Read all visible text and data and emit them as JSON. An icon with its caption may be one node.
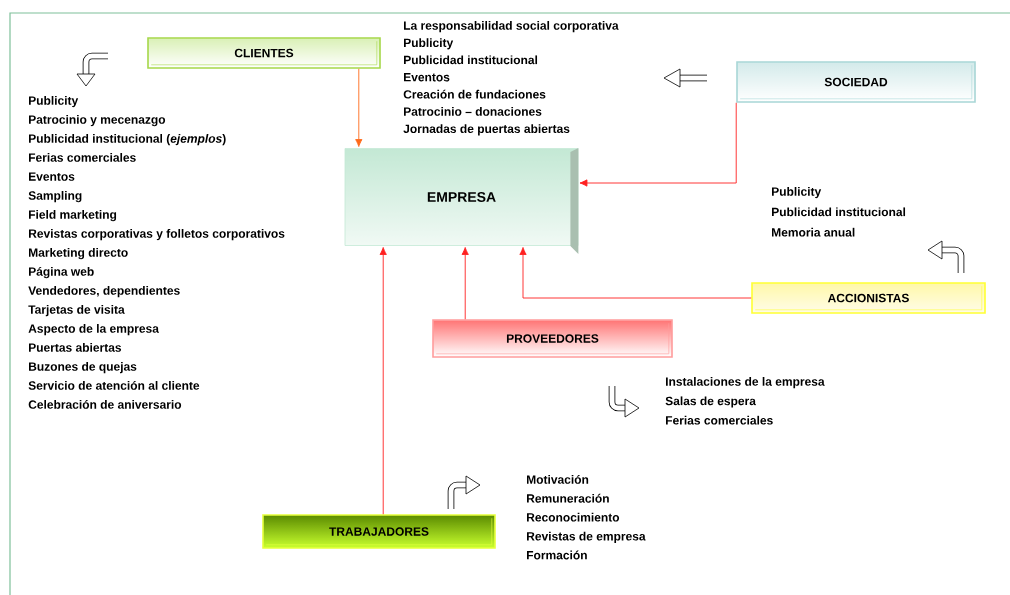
{
  "diagram": {
    "nodes": [
      {
        "text": [
          "EMPRESA"
        ]
      },
      {
        "text": [
          "CLIENTES"
        ]
      },
      {
        "text": [
          "SOCIEDAD"
        ]
      },
      {
        "text": [
          "ACCIONISTAS"
        ]
      },
      {
        "text": [
          "PROVEEDORES"
        ]
      },
      {
        "text": [
          "TRABAJADORES"
        ]
      }
    ],
    "edges": [
      {
        "from": 1,
        "to": 0,
        "arrow": "to",
        "color": "#ff6a1a"
      },
      {
        "from": 2,
        "to": 0,
        "arrow": "to"
      },
      {
        "from": 3,
        "to": 0,
        "arrow": "to"
      },
      {
        "from": 4,
        "to": 0,
        "arrow": "to"
      },
      {
        "from": 5,
        "to": 0,
        "arrow": "to"
      }
    ],
    "labels": [
      "Publicity",
      "Patrocinio y mecenazgo",
      "Publicidad institucional (*ejemplos*)",
      "Ferias comerciales",
      "Eventos",
      "Sampling",
      "Field marketing",
      "Revistas corporativas y folletos corporativos",
      "Marketing directo",
      "Página web",
      "Vendedores, dependientes",
      "Tarjetas de visita",
      "Aspecto de la empresa",
      "Puertas abiertas",
      "Buzones de quejas",
      "Servicio de atención al cliente",
      "Celebración de aniversario",
      "La responsabilidad social corporativa",
      "Publicity",
      "Publicidad institucional",
      "Eventos",
      "Creación de fundaciones",
      "Patrocinio – donaciones",
      "Jornadas de puertas abiertas",
      "Publicity",
      "Publicidad institucional",
      "Memoria anual",
      "Instalaciones de la empresa",
      "Salas de espera",
      "Ferias comerciales",
      "Motivación",
      "Remuneración",
      "Reconocimiento",
      "Revistas de empresa",
      "Formación"
    ]
  }
}
